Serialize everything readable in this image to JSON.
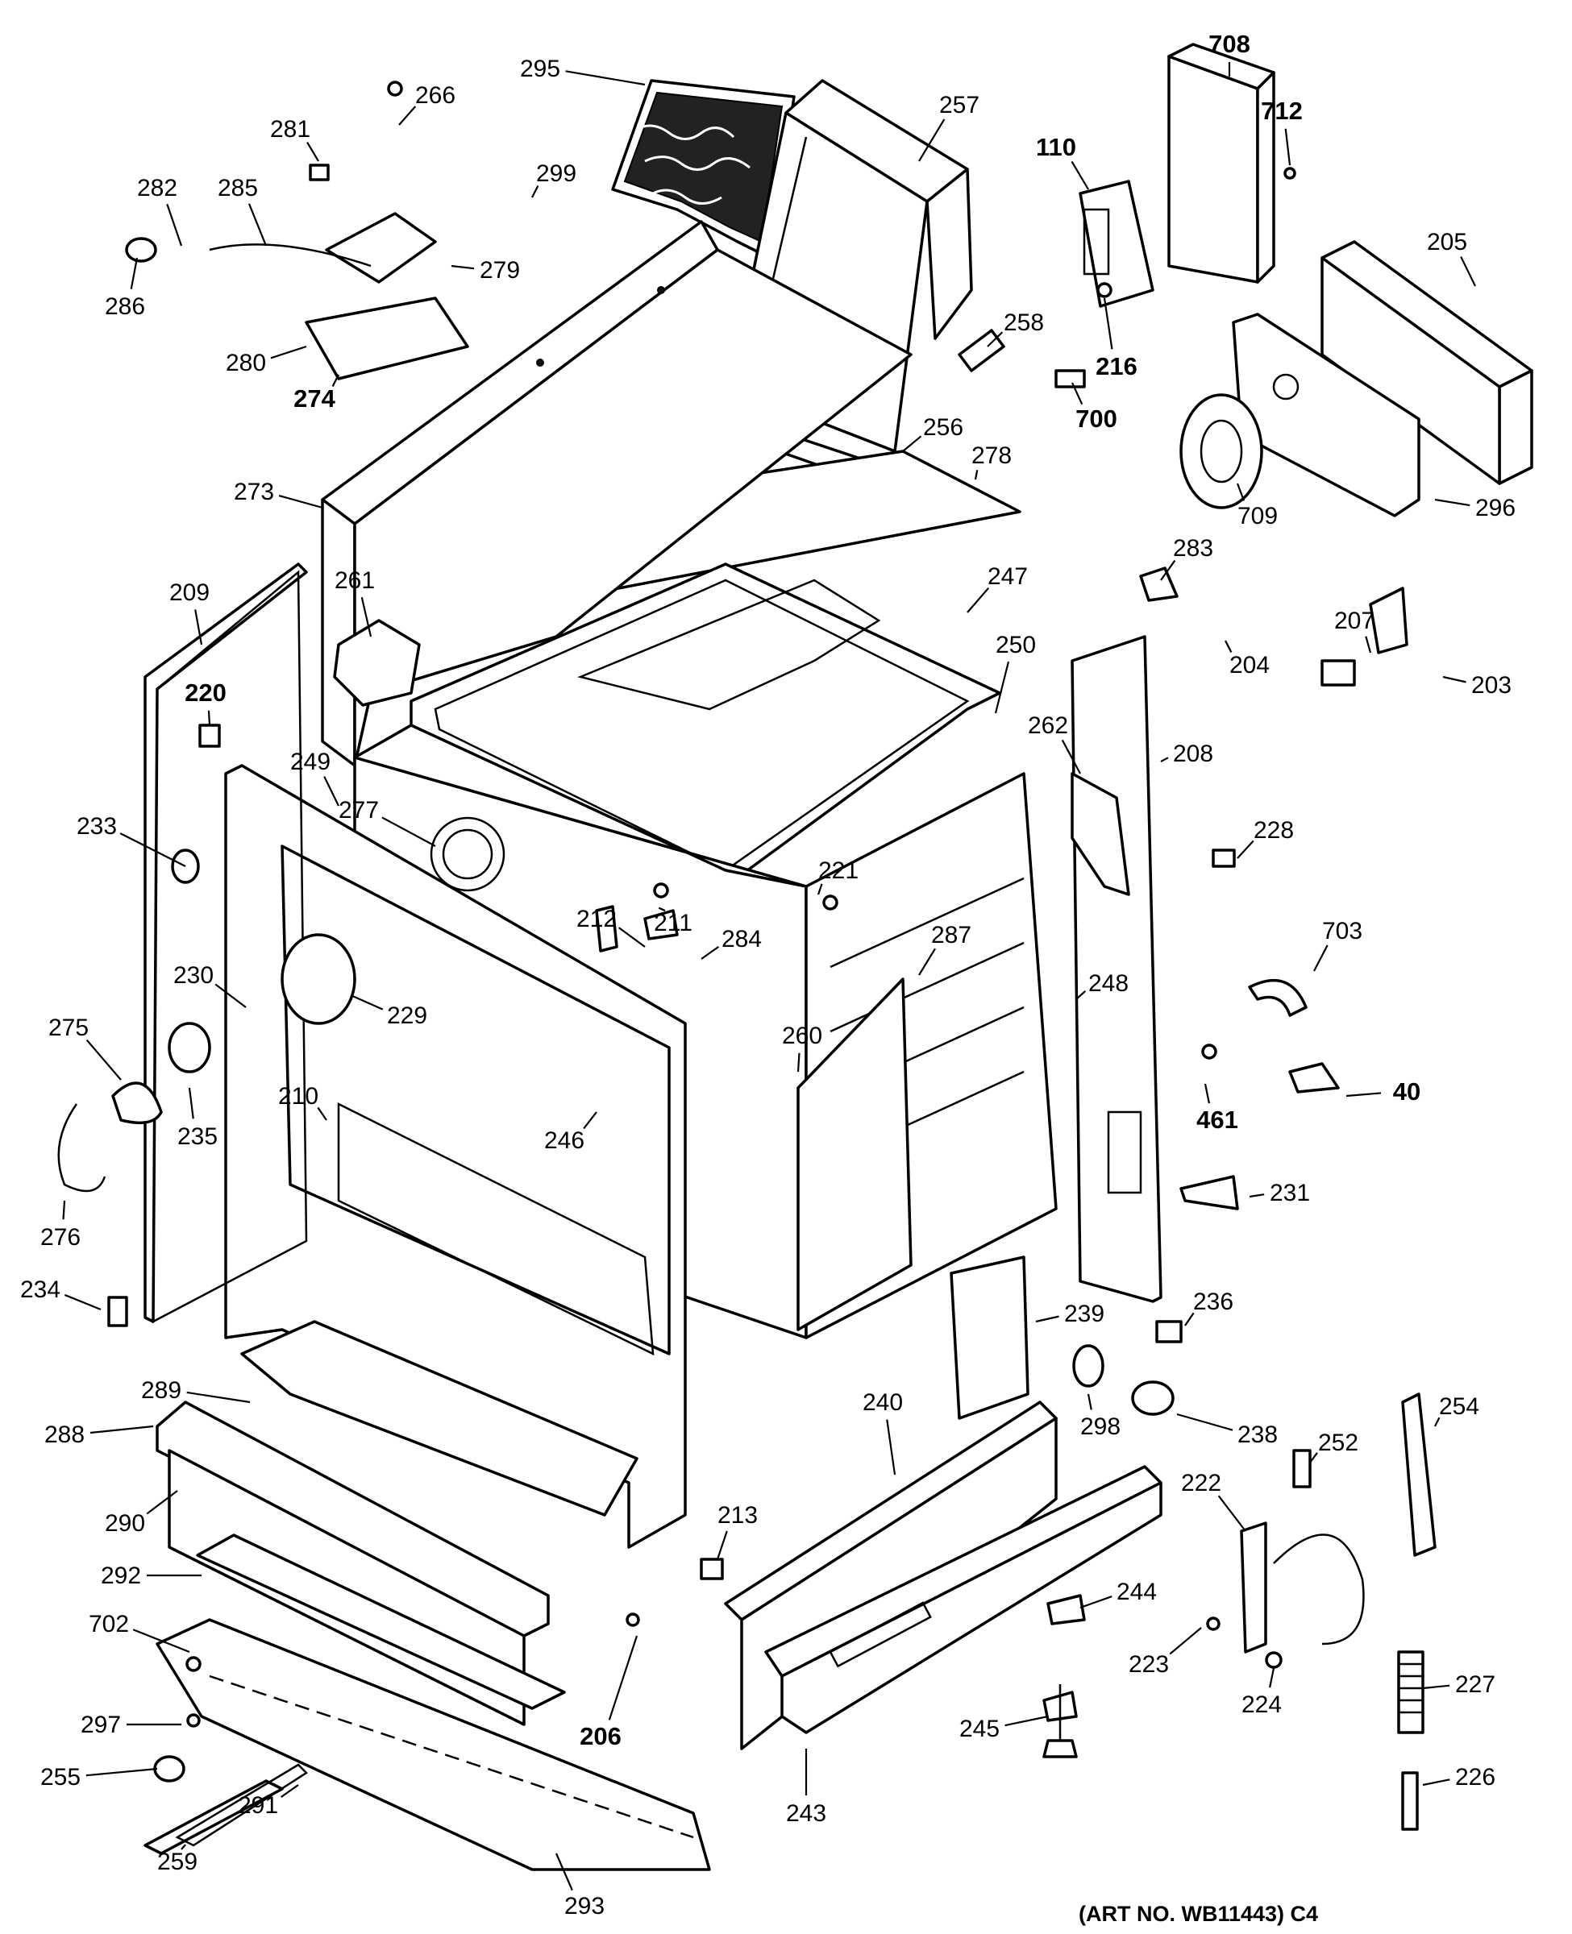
{
  "diagram": {
    "footer_text": "(ART NO. WB11443) C4",
    "callouts": [
      {
        "id": "295",
        "bold": false
      },
      {
        "id": "266",
        "bold": false
      },
      {
        "id": "257",
        "bold": false
      },
      {
        "id": "708",
        "bold": true
      },
      {
        "id": "712",
        "bold": true
      },
      {
        "id": "281",
        "bold": false
      },
      {
        "id": "299",
        "bold": false
      },
      {
        "id": "110",
        "bold": true
      },
      {
        "id": "282",
        "bold": false
      },
      {
        "id": "285",
        "bold": false
      },
      {
        "id": "279",
        "bold": false
      },
      {
        "id": "205",
        "bold": false
      },
      {
        "id": "286",
        "bold": false
      },
      {
        "id": "258",
        "bold": false
      },
      {
        "id": "216",
        "bold": true
      },
      {
        "id": "280",
        "bold": false
      },
      {
        "id": "274",
        "bold": true
      },
      {
        "id": "700",
        "bold": true
      },
      {
        "id": "256",
        "bold": false
      },
      {
        "id": "278",
        "bold": false
      },
      {
        "id": "273",
        "bold": false
      },
      {
        "id": "709",
        "bold": false
      },
      {
        "id": "296",
        "bold": false
      },
      {
        "id": "283",
        "bold": false
      },
      {
        "id": "261",
        "bold": false
      },
      {
        "id": "247",
        "bold": false
      },
      {
        "id": "209",
        "bold": false
      },
      {
        "id": "204",
        "bold": false
      },
      {
        "id": "207",
        "bold": false
      },
      {
        "id": "250",
        "bold": false
      },
      {
        "id": "203",
        "bold": false
      },
      {
        "id": "220",
        "bold": true
      },
      {
        "id": "262",
        "bold": false
      },
      {
        "id": "249",
        "bold": false
      },
      {
        "id": "208",
        "bold": false
      },
      {
        "id": "277",
        "bold": false
      },
      {
        "id": "233",
        "bold": false
      },
      {
        "id": "228",
        "bold": false
      },
      {
        "id": "221",
        "bold": false
      },
      {
        "id": "211",
        "bold": false
      },
      {
        "id": "212",
        "bold": false
      },
      {
        "id": "287",
        "bold": false
      },
      {
        "id": "703",
        "bold": false
      },
      {
        "id": "230",
        "bold": false
      },
      {
        "id": "284",
        "bold": false
      },
      {
        "id": "248",
        "bold": false
      },
      {
        "id": "229",
        "bold": false
      },
      {
        "id": "275",
        "bold": false
      },
      {
        "id": "260",
        "bold": false
      },
      {
        "id": "40",
        "bold": true
      },
      {
        "id": "461",
        "bold": true
      },
      {
        "id": "235",
        "bold": false
      },
      {
        "id": "246",
        "bold": false
      },
      {
        "id": "210",
        "bold": false
      },
      {
        "id": "231",
        "bold": false
      },
      {
        "id": "276",
        "bold": false
      },
      {
        "id": "234",
        "bold": false
      },
      {
        "id": "236",
        "bold": false
      },
      {
        "id": "239",
        "bold": false
      },
      {
        "id": "289",
        "bold": false
      },
      {
        "id": "298",
        "bold": false
      },
      {
        "id": "238",
        "bold": false
      },
      {
        "id": "288",
        "bold": false
      },
      {
        "id": "240",
        "bold": false
      },
      {
        "id": "252",
        "bold": false
      },
      {
        "id": "254",
        "bold": false
      },
      {
        "id": "222",
        "bold": false
      },
      {
        "id": "290",
        "bold": false
      },
      {
        "id": "213",
        "bold": false
      },
      {
        "id": "292",
        "bold": false
      },
      {
        "id": "244",
        "bold": false
      },
      {
        "id": "702",
        "bold": false
      },
      {
        "id": "223",
        "bold": false
      },
      {
        "id": "227",
        "bold": false
      },
      {
        "id": "206",
        "bold": true
      },
      {
        "id": "224",
        "bold": false
      },
      {
        "id": "297",
        "bold": false
      },
      {
        "id": "245",
        "bold": false
      },
      {
        "id": "255",
        "bold": false
      },
      {
        "id": "291",
        "bold": false
      },
      {
        "id": "243",
        "bold": false
      },
      {
        "id": "226",
        "bold": false
      },
      {
        "id": "259",
        "bold": false
      },
      {
        "id": "293",
        "bold": false
      }
    ]
  }
}
